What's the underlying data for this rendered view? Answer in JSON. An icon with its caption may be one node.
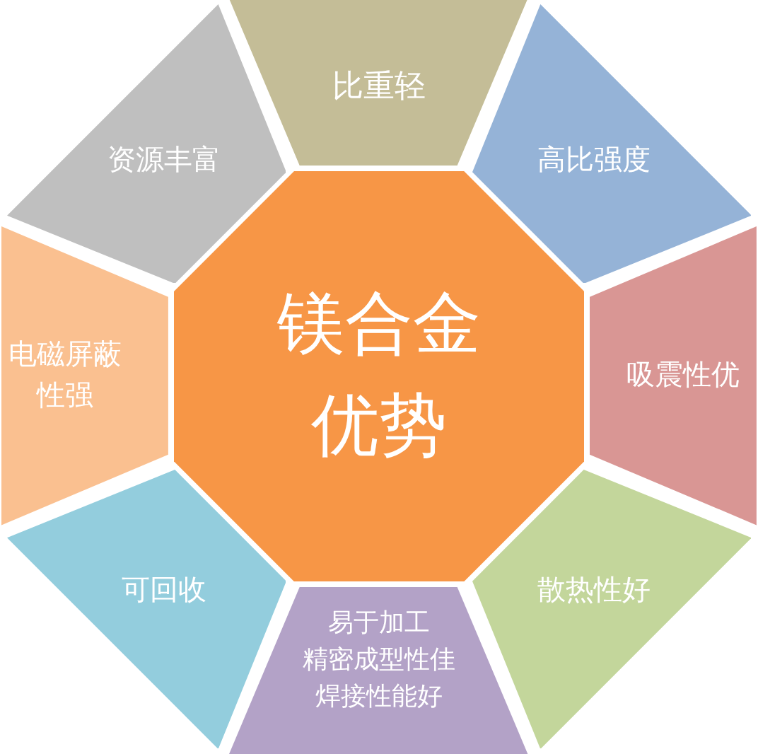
{
  "diagram": {
    "nodes": [
      {
        "text": [
          "镁合金优势"
        ]
      },
      {
        "text": [
          "比重轻"
        ]
      },
      {
        "text": [
          "高比强度"
        ]
      },
      {
        "text": [
          "吸震性优"
        ]
      },
      {
        "text": [
          "散热性好"
        ]
      },
      {
        "text": [
          "易于加工",
          "精密成型性佳",
          "焊接性能好"
        ]
      },
      {
        "text": [
          "可回收"
        ]
      },
      {
        "text": [
          "电磁屏蔽性强"
        ]
      },
      {
        "text": [
          "资源丰富"
        ]
      }
    ]
  }
}
